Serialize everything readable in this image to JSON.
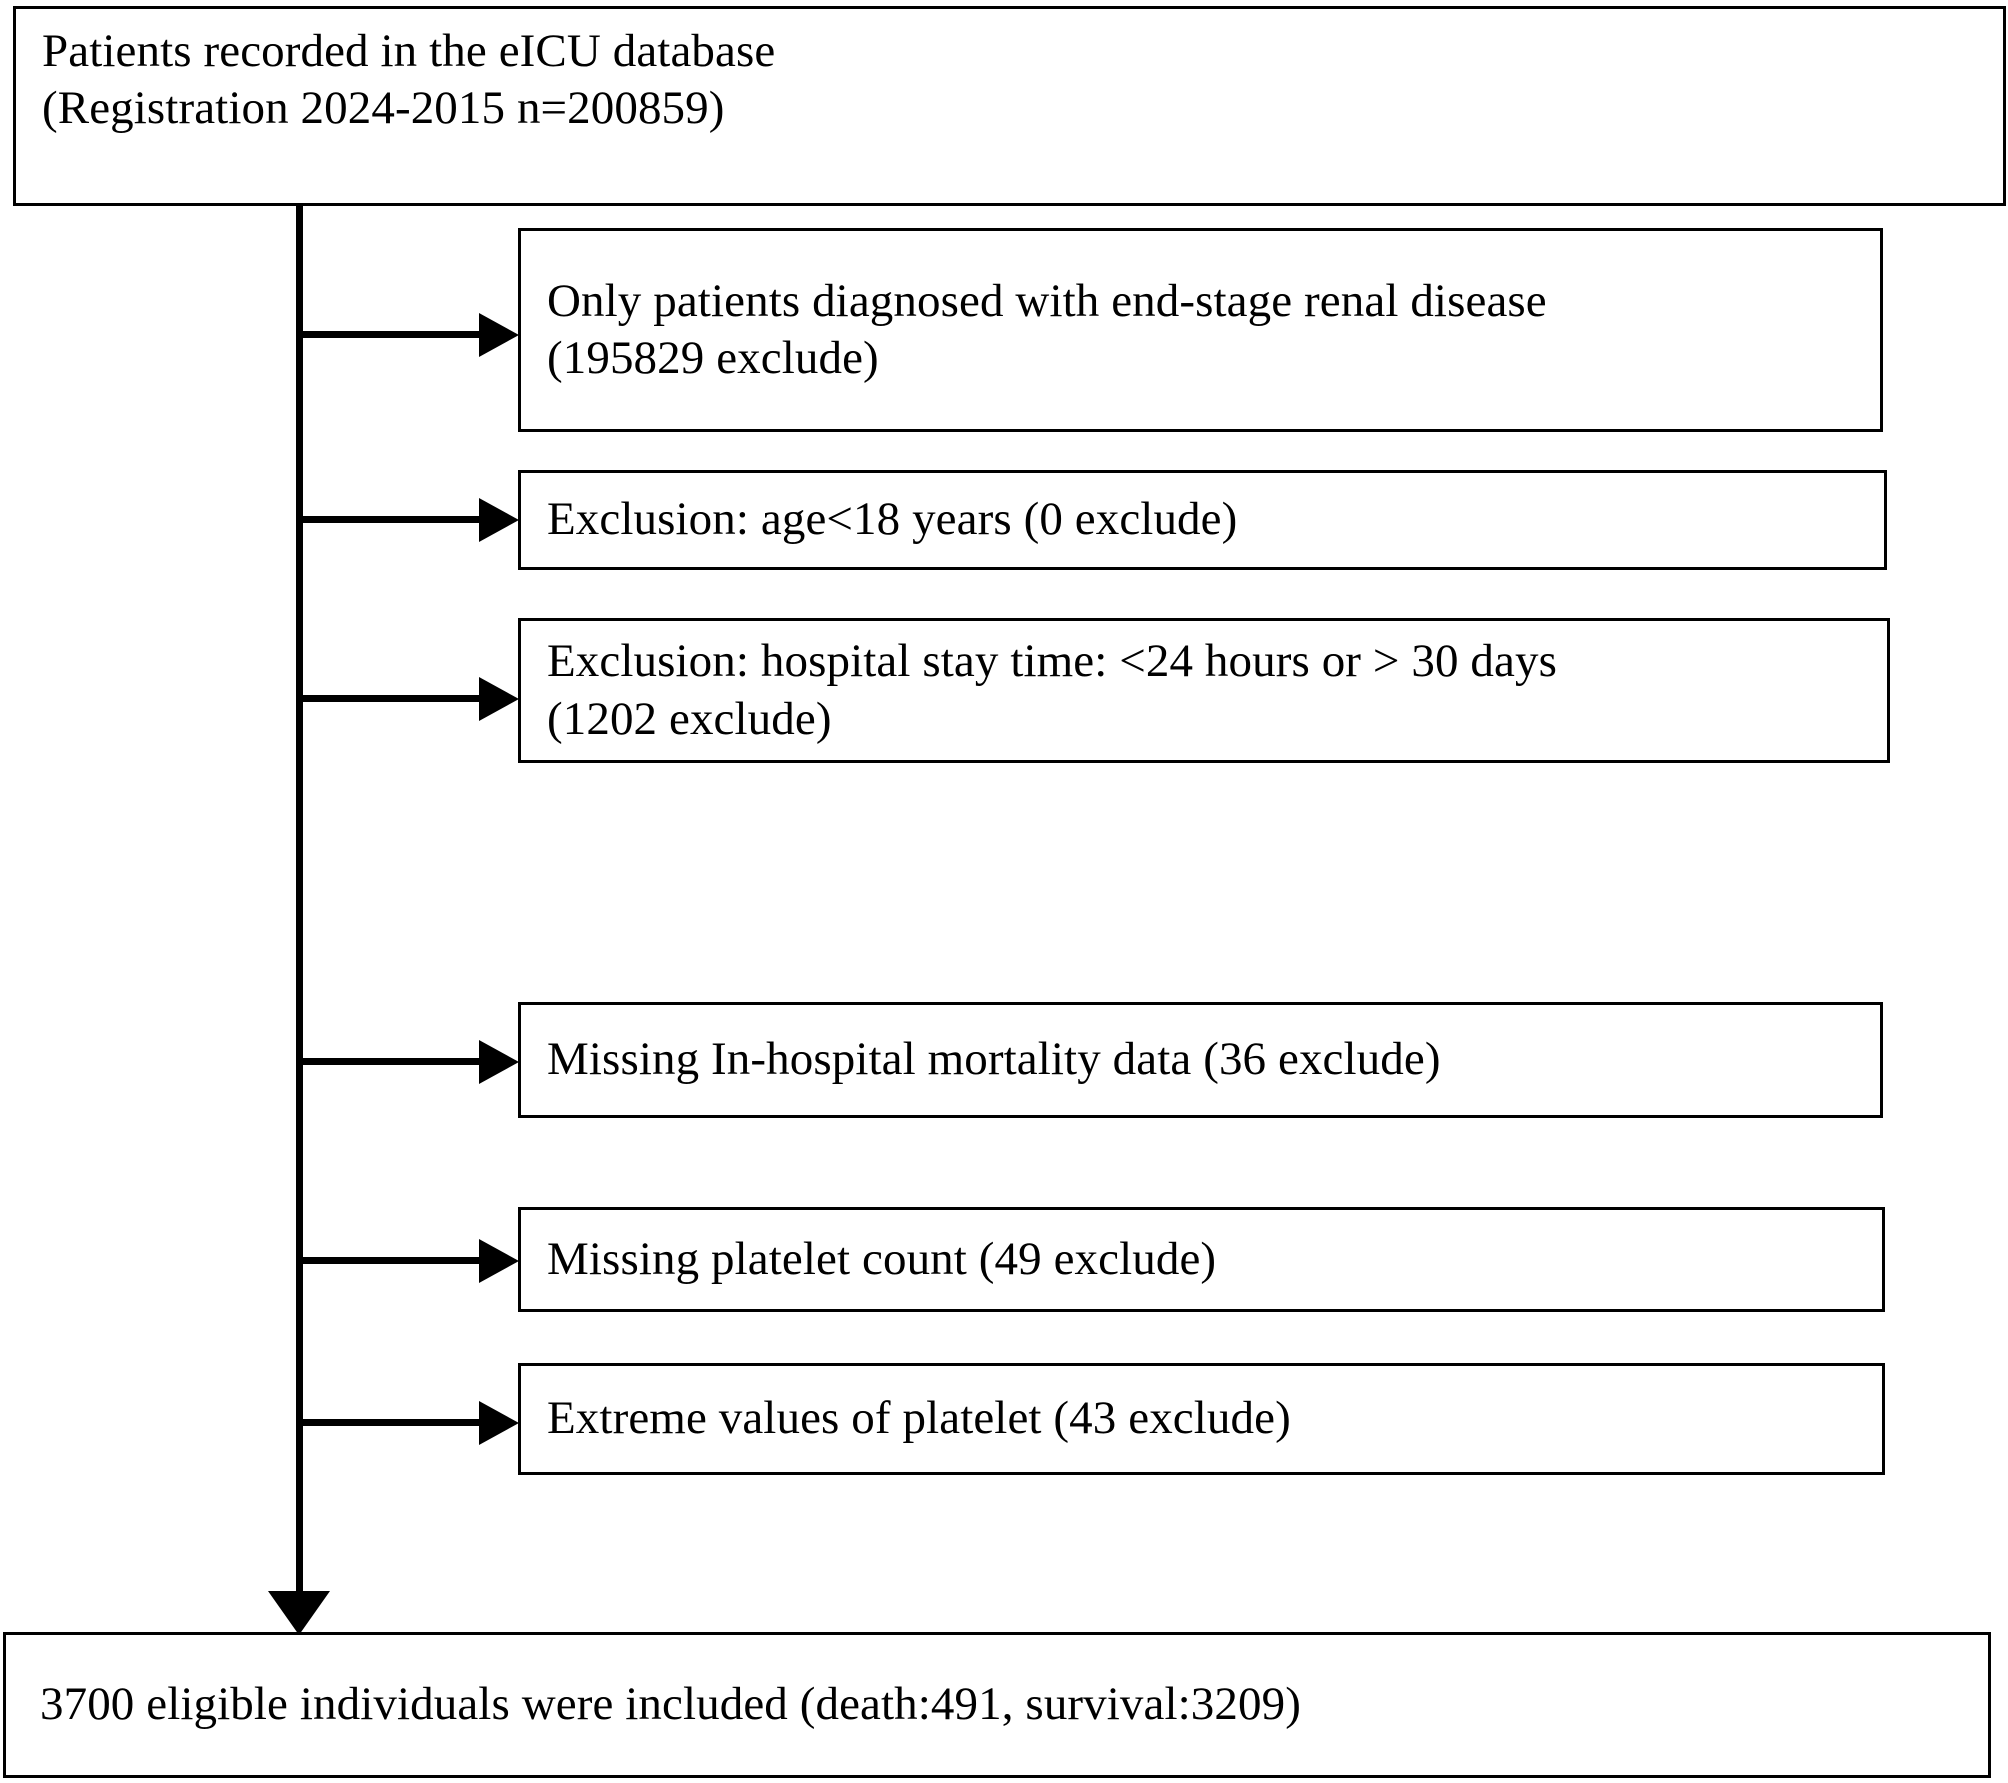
{
  "diagram": {
    "type": "patient-selection-flowchart",
    "source_box": {
      "id": "source",
      "text": "Patients recorded in the eICU database\n(Registration 2024-2015 n=200859)",
      "registration_period": "2024-2015",
      "n": 200859
    },
    "exclusion_boxes": [
      {
        "id": "exclusion-esrd",
        "text": "Only patients diagnosed with end-stage renal disease\n(195829 exclude)",
        "excluded": 195829
      },
      {
        "id": "exclusion-age",
        "text": "Exclusion: age<18 years (0 exclude)",
        "excluded": 0
      },
      {
        "id": "exclusion-stay",
        "text": "Exclusion: hospital stay time: <24 hours or > 30 days\n(1202 exclude)",
        "excluded": 1202
      },
      {
        "id": "exclusion-mortality",
        "text": "Missing In-hospital mortality data (36 exclude)",
        "excluded": 36
      },
      {
        "id": "exclusion-platelet-missing",
        "text": "Missing platelet count (49 exclude)",
        "excluded": 49
      },
      {
        "id": "exclusion-platelet-extreme",
        "text": "Extreme values of platelet (43 exclude)",
        "excluded": 43
      }
    ],
    "final_box": {
      "id": "final",
      "text": "3700 eligible individuals were included (death:491, survival:3209)",
      "included": 3700,
      "death": 491,
      "survival": 3209
    },
    "colors": {
      "stroke": "#000000",
      "fill": "#ffffff",
      "text": "#000000"
    }
  }
}
